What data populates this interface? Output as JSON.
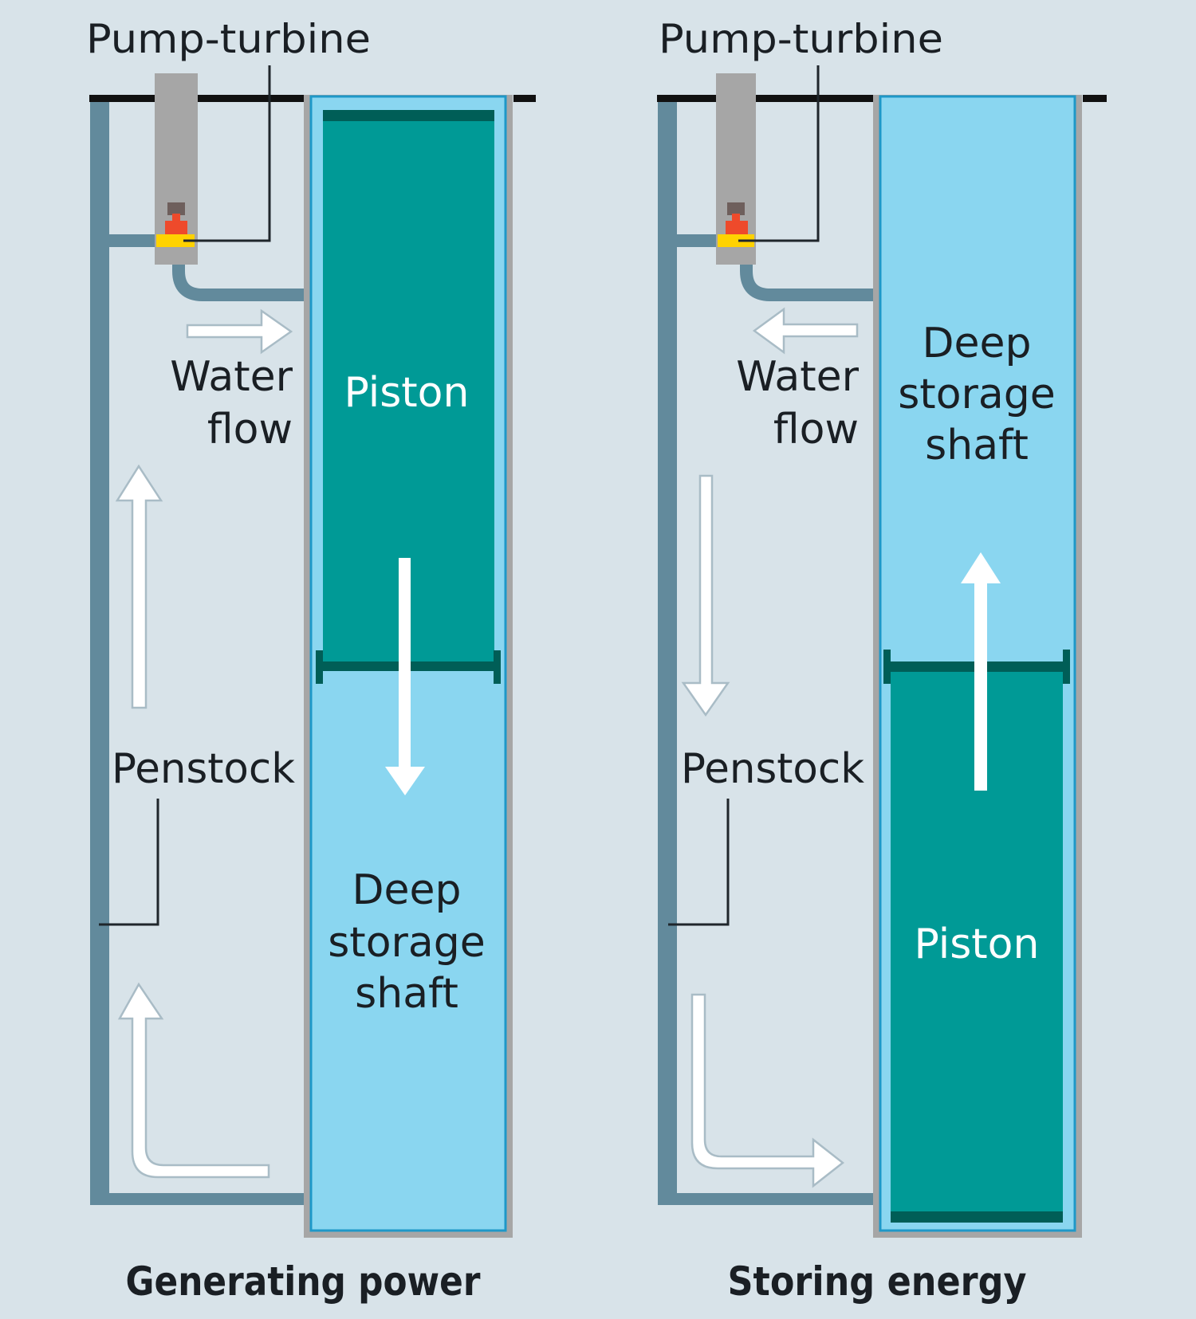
{
  "colors": {
    "background": "#d8e3e9",
    "penstock": "#628a9c",
    "ground_line": "#111111",
    "tower": "#a6a6a6",
    "shaft_wall": "#a6a6a6",
    "shaft_outline": "#1e98c8",
    "shaft_water": "#8ad6f0",
    "piston": "#009a96",
    "piston_rim": "#005e57",
    "turbine_top": "#6e5f5c",
    "turbine_red": "#ee4a2b",
    "turbine_yellow": "#ffd200",
    "arrow_fill": "#ffffff",
    "arrow_outline": "#a9bcc6",
    "text": "#1a1f24"
  },
  "panels": [
    {
      "id": "generating",
      "caption": "Generating power",
      "pump_label": "Pump-turbine",
      "water_flow_label": [
        "Water",
        "flow"
      ],
      "water_flow_direction": "toward-shaft",
      "penstock_label": "Penstock",
      "penstock_flow_direction": "up",
      "piston_position": "top",
      "piston_motion": "down",
      "piston_label": "Piston",
      "shaft_label": [
        "Deep",
        "storage",
        "shaft"
      ]
    },
    {
      "id": "storing",
      "caption": "Storing energy",
      "pump_label": "Pump-turbine",
      "water_flow_label": [
        "Water",
        "flow"
      ],
      "water_flow_direction": "away-from-shaft",
      "penstock_label": "Penstock",
      "penstock_flow_direction": "down",
      "piston_position": "bottom",
      "piston_motion": "up",
      "piston_label": "Piston",
      "shaft_label": [
        "Deep",
        "storage",
        "shaft"
      ]
    }
  ]
}
